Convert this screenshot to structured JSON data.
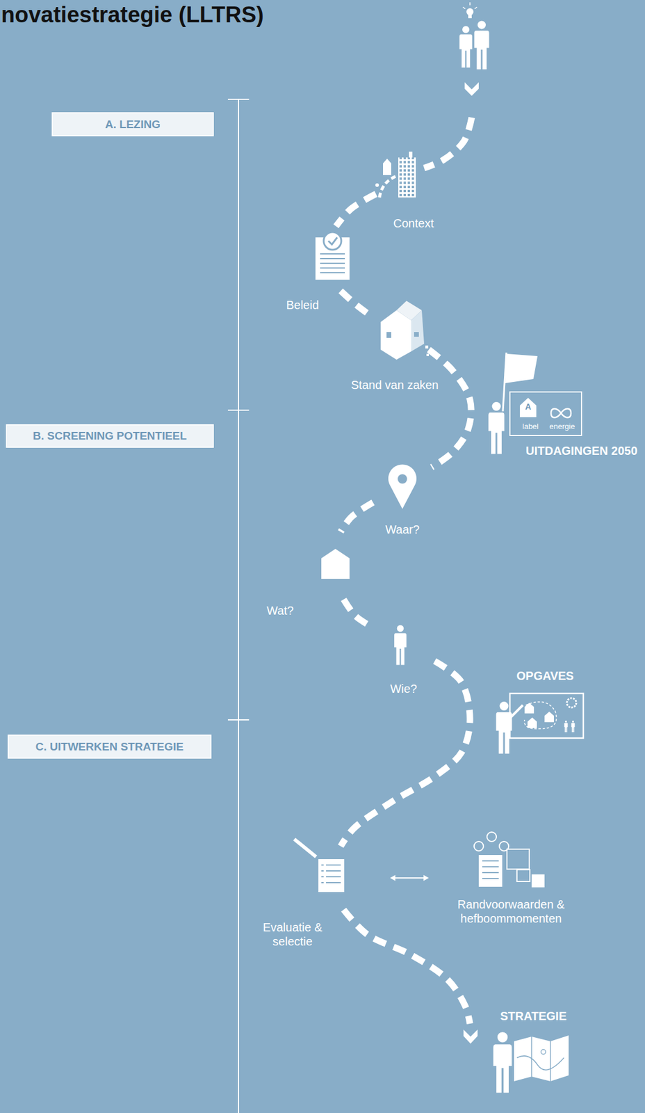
{
  "diagram": {
    "title": "novatiestrategie (LLTRS)",
    "nodes": [
      {
        "text": [
          "A. LEZING"
        ]
      },
      {
        "text": [
          "label",
          "energie"
        ]
      },
      {
        "text": [
          "B. SCREENING POTENTIEEL"
        ]
      },
      {
        "text": [
          "C. UITWERKEN STRATEGIE"
        ]
      }
    ],
    "labels": [
      "Context",
      "Beleid",
      "Stand van zaken",
      "A",
      "UITDAGINGEN 2050",
      "Waar?",
      "Wat?",
      "Wie?",
      "OPGAVES",
      "Evaluatie & selectie",
      "Randvoorwaarden & hefboommomenten",
      "STRATEGIE"
    ]
  }
}
